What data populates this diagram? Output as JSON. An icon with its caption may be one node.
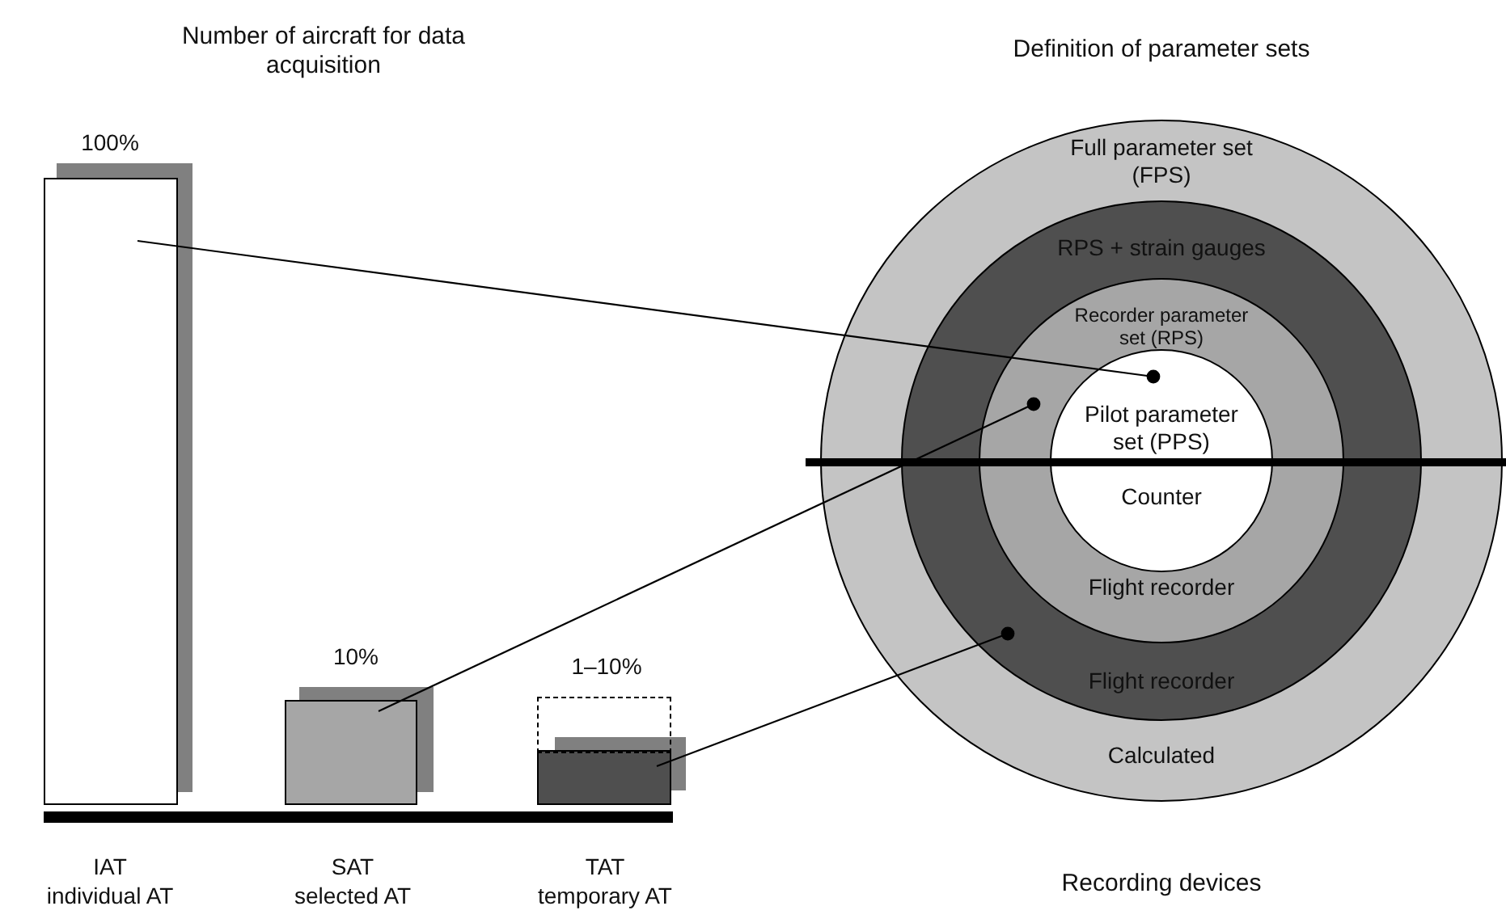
{
  "diagram": {
    "nodes": [
      {
        "text": [
          "Full parameter set (FPS)",
          "Calculated"
        ]
      },
      {
        "text": [
          "RPS + strain gauges",
          "Flight recorder"
        ],
        "in": 0
      },
      {
        "text": [
          "Recorder parameter set (RPS)",
          "Flight recorder"
        ],
        "in": 1
      },
      {
        "text": [
          "Pilot parameter set (PPS)",
          "Counter"
        ],
        "in": 2
      },
      {
        "text": [],
        "shape": "bar",
        "beside": [
          "100%",
          "IAT",
          "individual AT"
        ]
      },
      {
        "text": [],
        "shape": "bar",
        "beside": [
          "10%",
          "SAT",
          "selected AT"
        ]
      },
      {
        "text": [],
        "shape": "bar",
        "beside": [
          "TAT",
          "temporary AT"
        ]
      },
      {
        "text": [],
        "shape": "box",
        "beside": [
          "1–10%"
        ]
      }
    ],
    "edges": [
      {
        "from": 4,
        "to": 3,
        "arrow": "other"
      },
      {
        "from": 5,
        "to": 2,
        "arrow": "other"
      },
      {
        "from": 6,
        "to": 1,
        "arrow": "other"
      }
    ],
    "labels": [
      "Number of aircraft for data acquisition",
      "Definition of parameter sets",
      "Recording devices"
    ]
  }
}
